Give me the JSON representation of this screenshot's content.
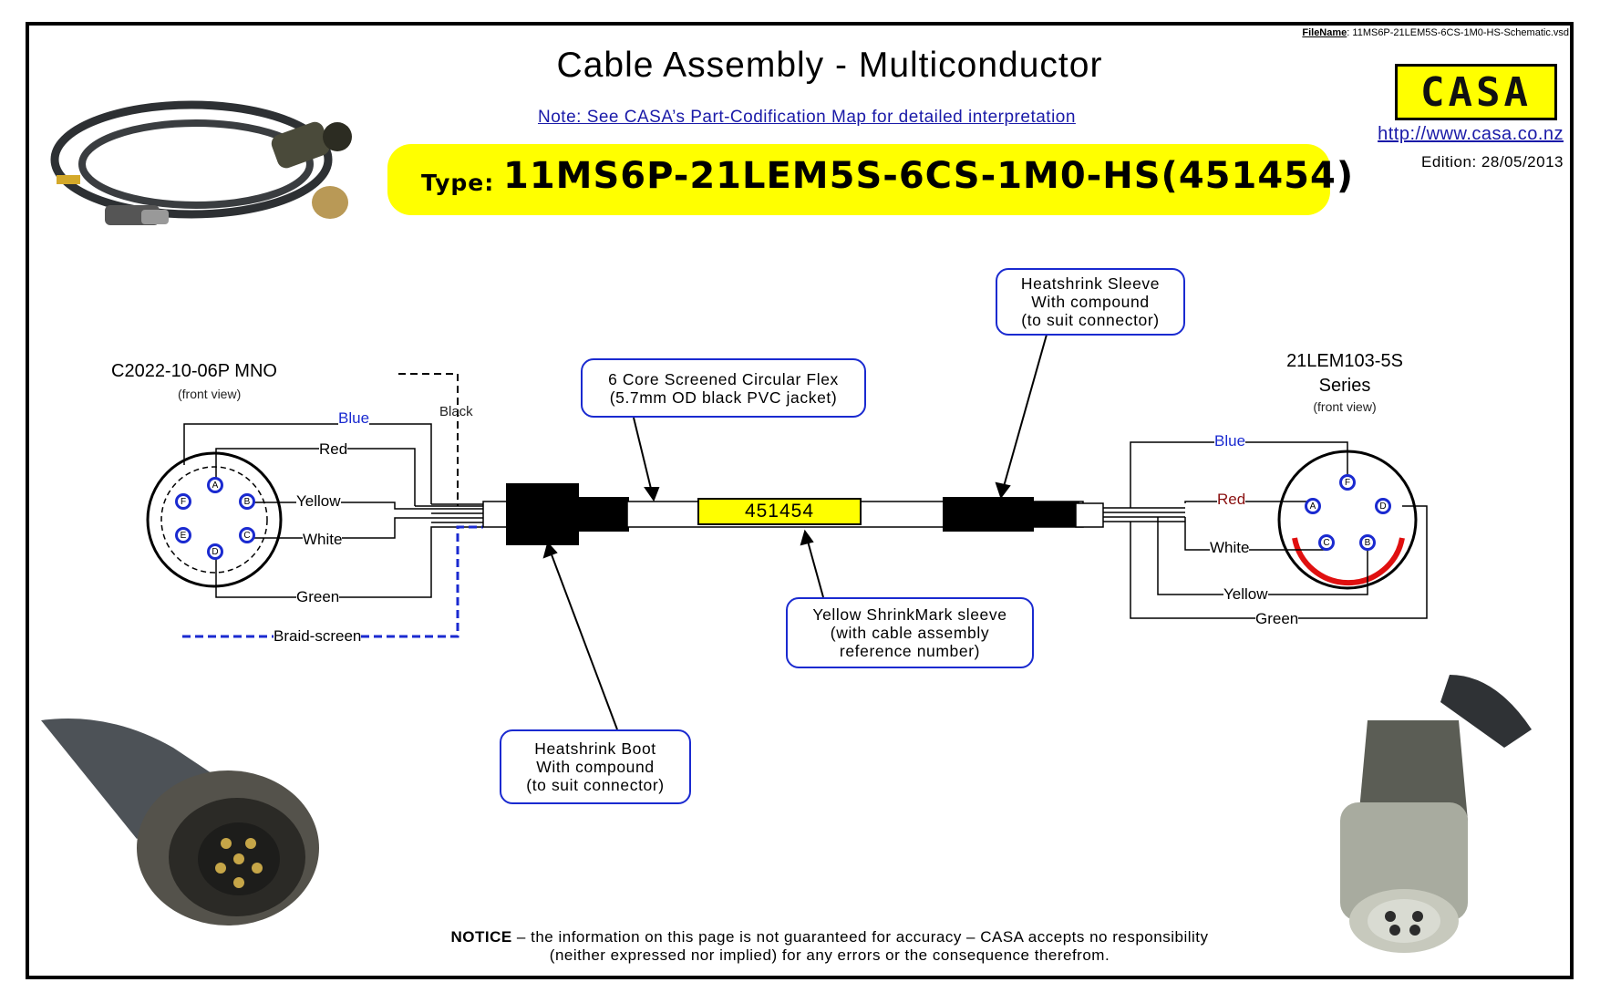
{
  "header": {
    "filename_label": "FileName",
    "filename_value": ": 11MS6P-21LEM5S-6CS-1M0-HS-Schematic.vsd",
    "title": "Cable Assembly - Multiconductor",
    "note": "Note: See CASA’s Part-Codification Map for detailed interpretation",
    "type_label": "Type:",
    "type_code": "11MS6P-21LEM5S-6CS-1M0-HS(451454)",
    "logo": "CASA",
    "url": "http://www.casa.co.nz",
    "edition": "Edition: 28/05/2013"
  },
  "left_connector": {
    "name": "C2022-10-06P MNO",
    "view": "(front view)",
    "pins": [
      "A",
      "B",
      "C",
      "D",
      "E",
      "F"
    ],
    "wires": [
      "Blue",
      "Red",
      "Yellow",
      "White",
      "Green"
    ],
    "black": "Black",
    "braid": "Braid-screen"
  },
  "right_connector": {
    "name_line1": "21LEM103-5S",
    "name_line2": "Series",
    "view": "(front view)",
    "pins": [
      "F",
      "A",
      "D",
      "C",
      "B"
    ],
    "wires": [
      "Blue",
      "Red",
      "White",
      "Yellow",
      "Green"
    ]
  },
  "callouts": {
    "cable": [
      "6 Core Screened Circular Flex",
      "(5.7mm OD black PVC jacket)"
    ],
    "sleeve": [
      "Heatshrink Sleeve",
      "With compound",
      "(to suit connector)"
    ],
    "shrinkmark": [
      "Yellow ShrinkMark sleeve",
      "(with cable assembly",
      "reference number)"
    ],
    "boot": [
      "Heatshrink Boot",
      "With compound",
      "(to suit connector)"
    ]
  },
  "shrinkmark_number": "451454",
  "notice": {
    "bold": "NOTICE",
    "line1": " – the information on this page is not guaranteed for accuracy – CASA accepts no responsibility",
    "line2": "(neither expressed nor implied) for any errors or the consequence therefrom."
  },
  "colors": {
    "accent_blue": "#1a2ad0",
    "yellow": "#ffff00",
    "red": "#e01010"
  }
}
